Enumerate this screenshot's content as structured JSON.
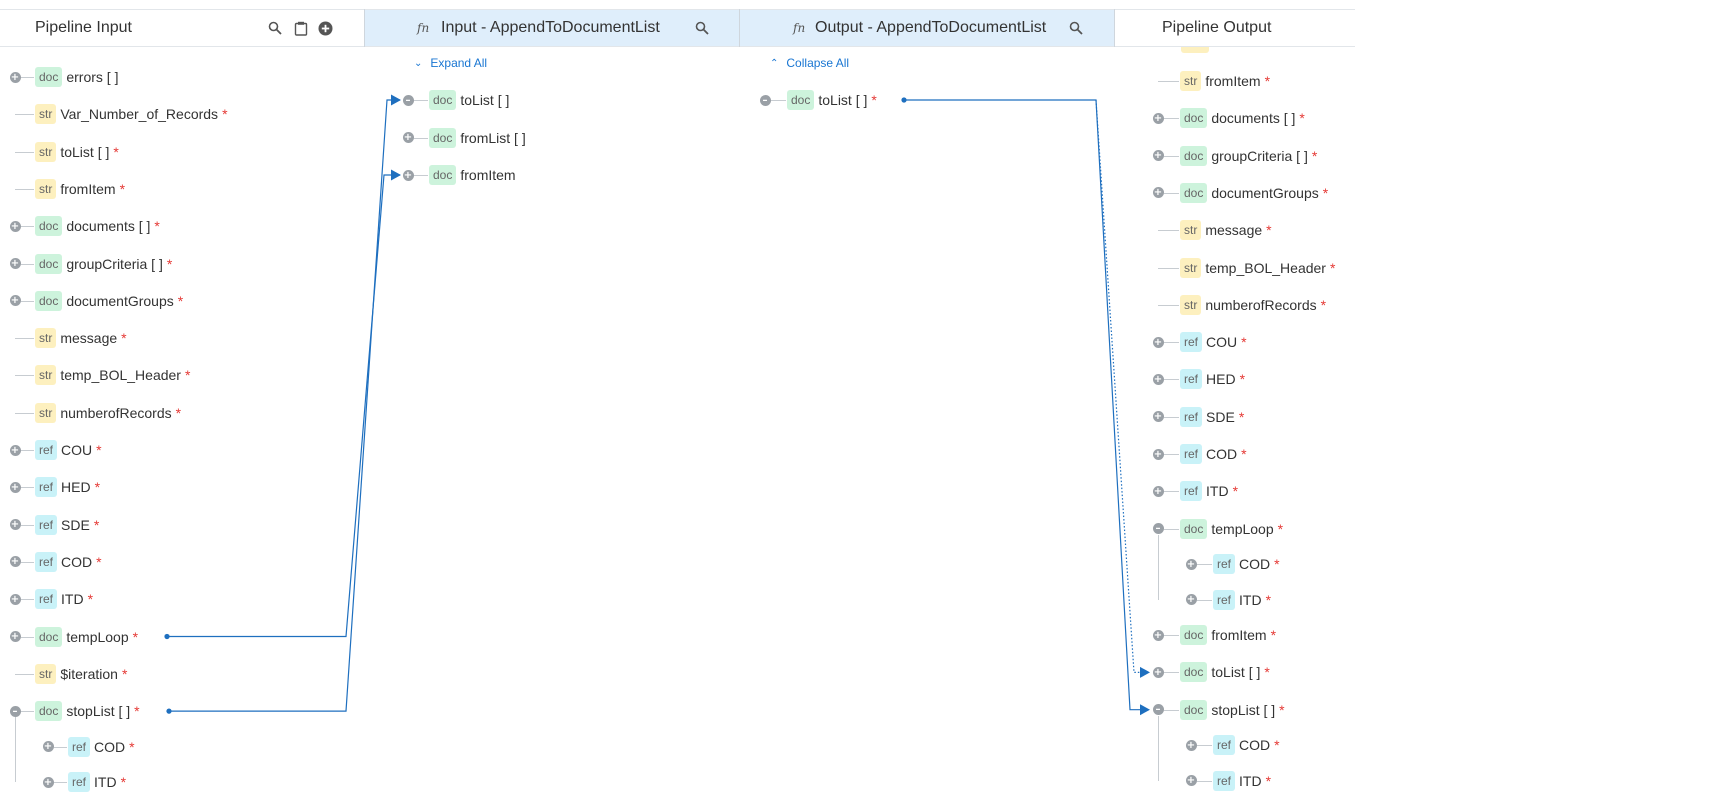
{
  "headers": {
    "pipeline_input": "Pipeline Input",
    "fn_input": "Input - AppendToDocumentList",
    "fn_output": "Output - AppendToDocumentList",
    "pipeline_output": "Pipeline Output",
    "fn_symbol": "fn"
  },
  "controls": {
    "expand_all": "Expand All",
    "collapse_all": "Collapse All",
    "required_mark": "*"
  },
  "icons": {
    "search": "search-icon",
    "clipboard": "clipboard-icon",
    "add": "add-circle-icon"
  },
  "colors": {
    "link_line": "#1e6fbf",
    "fn_header_bg": "#dfeefb",
    "doc_badge": "#cdf3dc",
    "str_badge": "#fdf0bf",
    "ref_badge": "#c9f2f8",
    "required": "#e53935"
  },
  "pipeline_input_items": [
    {
      "type": "doc",
      "name": "errors [ ]",
      "required": false,
      "expandable": true,
      "level": 0
    },
    {
      "type": "str",
      "name": "Var_Number_of_Records",
      "required": true,
      "expandable": false,
      "level": 0
    },
    {
      "type": "str",
      "name": "toList [ ]",
      "required": true,
      "expandable": false,
      "level": 0
    },
    {
      "type": "str",
      "name": "fromItem",
      "required": true,
      "expandable": false,
      "level": 0
    },
    {
      "type": "doc",
      "name": "documents [ ]",
      "required": true,
      "expandable": true,
      "level": 0
    },
    {
      "type": "doc",
      "name": "groupCriteria [ ]",
      "required": true,
      "expandable": true,
      "level": 0
    },
    {
      "type": "doc",
      "name": "documentGroups",
      "required": true,
      "expandable": true,
      "level": 0
    },
    {
      "type": "str",
      "name": "message",
      "required": true,
      "expandable": false,
      "level": 0
    },
    {
      "type": "str",
      "name": "temp_BOL_Header",
      "required": true,
      "expandable": false,
      "level": 0
    },
    {
      "type": "str",
      "name": "numberofRecords",
      "required": true,
      "expandable": false,
      "level": 0
    },
    {
      "type": "ref",
      "name": "COU",
      "required": true,
      "expandable": true,
      "level": 0
    },
    {
      "type": "ref",
      "name": "HED",
      "required": true,
      "expandable": true,
      "level": 0
    },
    {
      "type": "ref",
      "name": "SDE",
      "required": true,
      "expandable": true,
      "level": 0
    },
    {
      "type": "ref",
      "name": "COD",
      "required": true,
      "expandable": true,
      "level": 0
    },
    {
      "type": "ref",
      "name": "ITD",
      "required": true,
      "expandable": true,
      "level": 0
    },
    {
      "type": "doc",
      "name": "tempLoop",
      "required": true,
      "expandable": true,
      "level": 0
    },
    {
      "type": "str",
      "name": "$iteration",
      "required": true,
      "expandable": false,
      "level": 0
    },
    {
      "type": "doc",
      "name": "stopList [ ]",
      "required": true,
      "expandable": true,
      "expanded": true,
      "level": 0
    },
    {
      "type": "ref",
      "name": "COD",
      "required": true,
      "expandable": true,
      "level": 1
    },
    {
      "type": "ref",
      "name": "ITD",
      "required": true,
      "expandable": true,
      "level": 1
    }
  ],
  "fn_input_items": [
    {
      "type": "doc",
      "name": "toList [ ]",
      "required": false,
      "expandable": true,
      "expanded": true
    },
    {
      "type": "doc",
      "name": "fromList [ ]",
      "required": false,
      "expandable": true
    },
    {
      "type": "doc",
      "name": "fromItem",
      "required": false,
      "expandable": true
    }
  ],
  "fn_output_items": [
    {
      "type": "doc",
      "name": "toList [ ]",
      "required": true,
      "expandable": true,
      "expanded": true
    }
  ],
  "pipeline_output_items": [
    {
      "type": "str",
      "name": "fromItem",
      "required": true,
      "expandable": false,
      "level": 0
    },
    {
      "type": "doc",
      "name": "documents [ ]",
      "required": true,
      "expandable": true,
      "level": 0
    },
    {
      "type": "doc",
      "name": "groupCriteria [ ]",
      "required": true,
      "expandable": true,
      "level": 0
    },
    {
      "type": "doc",
      "name": "documentGroups",
      "required": true,
      "expandable": true,
      "level": 0
    },
    {
      "type": "str",
      "name": "message",
      "required": true,
      "expandable": false,
      "level": 0
    },
    {
      "type": "str",
      "name": "temp_BOL_Header",
      "required": true,
      "expandable": false,
      "level": 0
    },
    {
      "type": "str",
      "name": "numberofRecords",
      "required": true,
      "expandable": false,
      "level": 0
    },
    {
      "type": "ref",
      "name": "COU",
      "required": true,
      "expandable": true,
      "level": 0
    },
    {
      "type": "ref",
      "name": "HED",
      "required": true,
      "expandable": true,
      "level": 0
    },
    {
      "type": "ref",
      "name": "SDE",
      "required": true,
      "expandable": true,
      "level": 0
    },
    {
      "type": "ref",
      "name": "COD",
      "required": true,
      "expandable": true,
      "level": 0
    },
    {
      "type": "ref",
      "name": "ITD",
      "required": true,
      "expandable": true,
      "level": 0
    },
    {
      "type": "doc",
      "name": "tempLoop",
      "required": true,
      "expandable": true,
      "expanded": true,
      "level": 0
    },
    {
      "type": "ref",
      "name": "COD",
      "required": true,
      "expandable": true,
      "level": 1
    },
    {
      "type": "ref",
      "name": "ITD",
      "required": true,
      "expandable": true,
      "level": 1
    },
    {
      "type": "doc",
      "name": "fromItem",
      "required": true,
      "expandable": true,
      "level": 0
    },
    {
      "type": "doc",
      "name": "toList [ ]",
      "required": true,
      "expandable": true,
      "level": 0
    },
    {
      "type": "doc",
      "name": "stopList [ ]",
      "required": true,
      "expandable": true,
      "expanded": true,
      "level": 0
    },
    {
      "type": "ref",
      "name": "COD",
      "required": true,
      "expandable": true,
      "level": 1
    },
    {
      "type": "ref",
      "name": "ITD",
      "required": true,
      "expandable": true,
      "level": 1
    }
  ],
  "links": [
    {
      "from": "pipeline_input.tempLoop",
      "to": "fn_input.fromItem"
    },
    {
      "from": "pipeline_input.stopList [ ]",
      "to": "fn_input.toList [ ]"
    },
    {
      "from": "fn_output.toList [ ]",
      "to": "pipeline_output.stopList [ ]"
    },
    {
      "from": "fn_output.toList [ ]",
      "to": "pipeline_output.toList [ ]",
      "style": "dotted"
    }
  ]
}
